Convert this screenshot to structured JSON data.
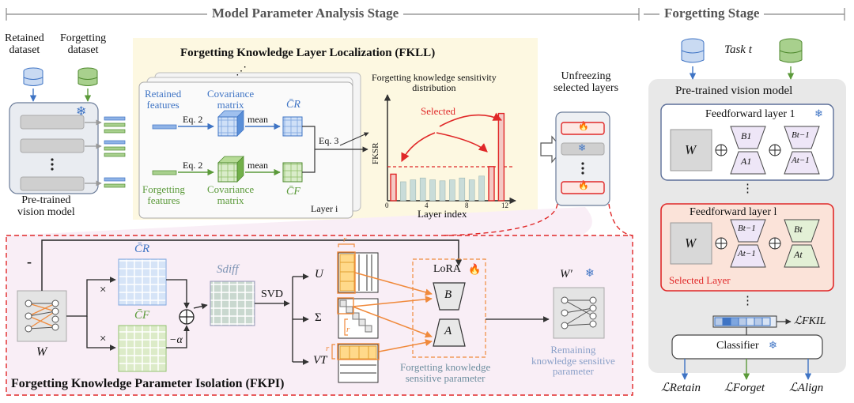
{
  "stages": {
    "analysis": "Model Parameter Analysis Stage",
    "forgetting": "Forgetting Stage"
  },
  "datasets": {
    "retained": "Retained\ndataset",
    "forgetting": "Forgetting\ndataset"
  },
  "pretrained_model_left": "Pre-trained\nvision model",
  "fkll": {
    "title": "Forgetting Knowledge Layer Localization (FKLL)",
    "retained_features": "Retained\nfeatures",
    "forgetting_features": "Forgetting\nfeatures",
    "cov_matrix_top": "Covariance\nmatrix",
    "cov_matrix_bottom": "Covariance\nmatrix",
    "eq2_top": "Eq. 2",
    "eq2_bottom": "Eq. 2",
    "mean_top": "mean",
    "mean_bottom": "mean",
    "cr": "C̄R",
    "cf": "C̄F",
    "eq3": "Eq. 3",
    "layer_i": "Layer i",
    "dots": "⋰"
  },
  "chart": {
    "title": "Forgetting knowledge sensitivity\ndistribution",
    "ylabel": "FKSR",
    "xlabel": "Layer index",
    "selected": "Selected",
    "ticks": [
      "0",
      "4",
      "8",
      "12"
    ]
  },
  "chart_data": {
    "type": "bar",
    "categories": [
      "1",
      "2",
      "3",
      "4",
      "5",
      "6",
      "7",
      "8",
      "9",
      "10",
      "11",
      "12"
    ],
    "values": [
      0.28,
      0.2,
      0.22,
      0.24,
      0.22,
      0.21,
      0.22,
      0.24,
      0.22,
      0.26,
      0.36,
      0.92
    ],
    "selected_categories": [
      "1",
      "11",
      "12"
    ],
    "xlabel": "Layer index",
    "ylabel": "FKSR",
    "title": "Forgetting knowledge sensitivity distribution",
    "threshold": 0.3
  },
  "unfreezing": "Unfreezing\nselected layers",
  "fkpi": {
    "title": "Forgetting Knowledge Parameter Isolation (FKPI)",
    "w": "W",
    "minus": "-",
    "times1": "×",
    "times2": "×",
    "neg_alpha": "−α",
    "cr": "C̄R",
    "cf": "C̄F",
    "sdiff": "Sdiff",
    "svd": "SVD",
    "u": "U",
    "sigma": "Σ",
    "vt": "VT",
    "r1": "r",
    "r2": "r",
    "r3": "r",
    "lora": "LoRA",
    "b": "B",
    "a": "A",
    "forgetting_param": "Forgetting knowledge\nsensitive parameter",
    "w_prime": "W′",
    "remaining_param": "Remaining\nknowledge sensitive\nparameter"
  },
  "right": {
    "task": "Task t",
    "pretrained": "Pre-trained vision model",
    "ff1": "Feedforward layer 1",
    "ffl": "Feedforward layer l",
    "selected_layer": "Selected Layer",
    "w1": "W",
    "w2": "W",
    "b1": "B1",
    "a1": "A1",
    "bt1a": "Bt−1",
    "at1a": "At−1",
    "bt1b": "Bt−1",
    "at1b": "At−1",
    "bt": "Bt",
    "at": "At",
    "classifier": "Classifier",
    "l_fkil": "ℒFKIL",
    "l_retain": "ℒRetain",
    "l_forget": "ℒForget",
    "l_align": "ℒAlign",
    "vdots1": "⋮",
    "vdots2": "⋮"
  },
  "colors": {
    "blue": "#3f74c4",
    "green": "#5b9a3a",
    "red": "#e02828",
    "orange": "#f08a3c",
    "fkll_bg": "#fdf8e1",
    "fkpi_bg": "#f9eef6",
    "right_bg": "#e8e8e8"
  }
}
